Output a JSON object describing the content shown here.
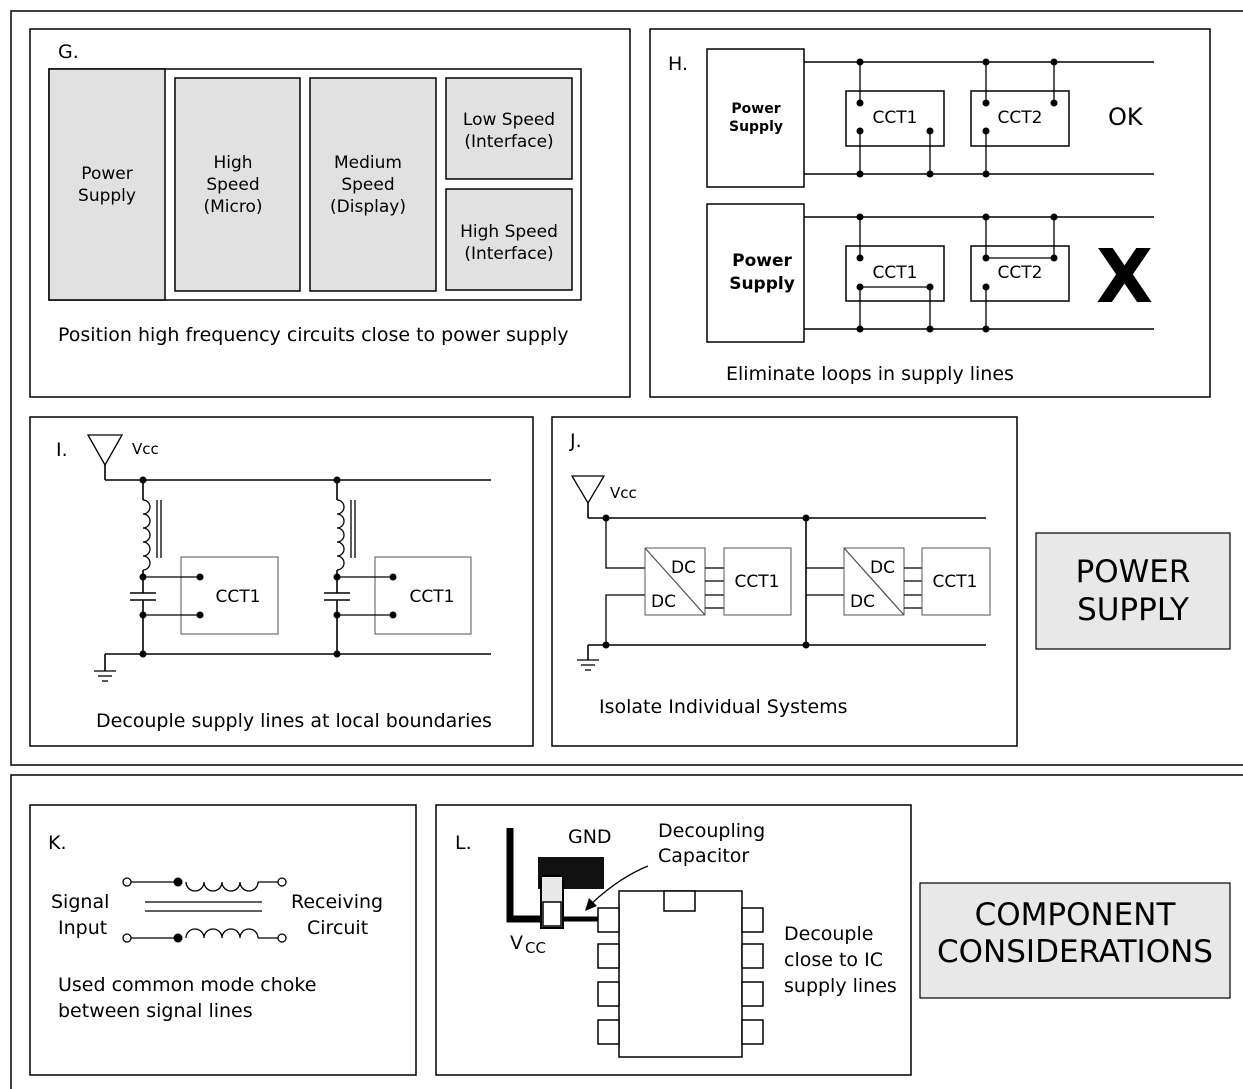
{
  "panels": {
    "g": {
      "letter": "G.",
      "blocks": {
        "power_line1": "Power",
        "power_line2": "Supply",
        "high_line1": "High",
        "high_line2": "Speed",
        "high_line3": "(Micro)",
        "medium_line1": "Medium",
        "medium_line2": "Speed",
        "medium_line3": "(Display)",
        "low_line1": "Low Speed",
        "low_line2": "(Interface)",
        "highif_line1": "High Speed",
        "highif_line2": "(Interface)"
      },
      "caption": "Position high frequency circuits close to power supply"
    },
    "h": {
      "letter": "H.",
      "ps_top_line1": "Power",
      "ps_top_line2": "Supply",
      "ps_bot_line1": "Power",
      "ps_bot_line2": "Supply",
      "cct1": "CCT1",
      "cct2": "CCT2",
      "ok": "OK",
      "bad": "X",
      "caption": "Eliminate loops in supply lines"
    },
    "i": {
      "letter": "I.",
      "vcc": "Vcc",
      "cct": "CCT1",
      "caption": "Decouple supply lines at local boundaries"
    },
    "j": {
      "letter": "J.",
      "vcc": "Vcc",
      "dc": "DC",
      "cct": "CCT1",
      "caption": "Isolate Individual Systems"
    },
    "k": {
      "letter": "K.",
      "left_line1": "Signal",
      "left_line2": "Input",
      "right_line1": "Receiving",
      "right_line2": "Circuit",
      "caption_line1": "Used common mode choke",
      "caption_line2": "between signal lines"
    },
    "l": {
      "letter": "L.",
      "gnd": "GND",
      "cap_line1": "Decoupling",
      "cap_line2": "Capacitor",
      "vcc_v": "V",
      "vcc_sub": "CC",
      "note_line1": "Decouple",
      "note_line2": "close to IC",
      "note_line3": "supply lines"
    }
  },
  "sections": {
    "power_line1": "POWER",
    "power_line2": "SUPPLY",
    "component_line1": "COMPONENT",
    "component_line2": "CONSIDERATIONS"
  }
}
